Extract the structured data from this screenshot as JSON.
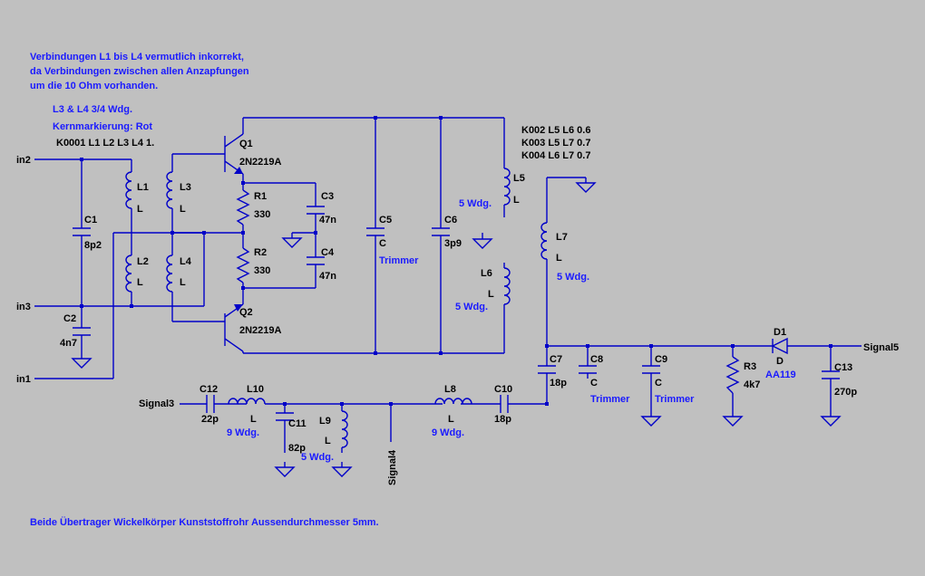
{
  "notes": {
    "line1": "Verbindungen L1 bis L4 vermutlich inkorrekt,",
    "line2": "da Verbindungen zwischen allen Anzapfungen",
    "line3": "um die 10 Ohm vorhanden.",
    "l3l4": "L3 & L4 3/4 Wdg.",
    "kern": "Kernmarkierung: Rot",
    "k0001": "K0001 L1 L2 L3 L4 1.",
    "k002": "K002 L5 L6 0.6",
    "k003": "K003 L5 L7 0.7",
    "k004": "K004 L6 L7 0.7",
    "footer": "Beide Übertrager Wickelkörper Kunststoffrohr Aussendurchmesser 5mm."
  },
  "ports": {
    "in2": "in2",
    "in3": "in3",
    "in1": "in1",
    "signal3": "Signal3",
    "signal4": "Signal4",
    "signal5": "Signal5"
  },
  "components": {
    "L1": {
      "ref": "L1",
      "val": "L"
    },
    "L2": {
      "ref": "L2",
      "val": "L"
    },
    "L3": {
      "ref": "L3",
      "val": "L"
    },
    "L4": {
      "ref": "L4",
      "val": "L"
    },
    "L5": {
      "ref": "L5",
      "val": "L",
      "note": "5 Wdg."
    },
    "L6": {
      "ref": "L6",
      "val": "L",
      "note": "5 Wdg."
    },
    "L7": {
      "ref": "L7",
      "val": "L",
      "note": "5 Wdg."
    },
    "L8": {
      "ref": "L8",
      "val": "L",
      "note": "9 Wdg."
    },
    "L9": {
      "ref": "L9",
      "val": "L",
      "note": "5 Wdg."
    },
    "L10": {
      "ref": "L10",
      "val": "L",
      "note": "9 Wdg."
    },
    "C1": {
      "ref": "C1",
      "val": "8p2"
    },
    "C2": {
      "ref": "C2",
      "val": "4n7"
    },
    "C3": {
      "ref": "C3",
      "val": "47n"
    },
    "C4": {
      "ref": "C4",
      "val": "47n"
    },
    "C5": {
      "ref": "C5",
      "val": "C",
      "note": "Trimmer"
    },
    "C6": {
      "ref": "C6",
      "val": "3p9"
    },
    "C7": {
      "ref": "C7",
      "val": "18p"
    },
    "C8": {
      "ref": "C8",
      "val": "C",
      "note": "Trimmer"
    },
    "C9": {
      "ref": "C9",
      "val": "C",
      "note": "Trimmer"
    },
    "C10": {
      "ref": "C10",
      "val": "18p"
    },
    "C11": {
      "ref": "C11",
      "val": "82p"
    },
    "C12": {
      "ref": "C12",
      "val": "22p"
    },
    "C13": {
      "ref": "C13",
      "val": "270p"
    },
    "R1": {
      "ref": "R1",
      "val": "330"
    },
    "R2": {
      "ref": "R2",
      "val": "330"
    },
    "R3": {
      "ref": "R3",
      "val": "4k7"
    },
    "Q1": {
      "ref": "Q1",
      "val": "2N2219A"
    },
    "Q2": {
      "ref": "Q2",
      "val": "2N2219A"
    },
    "D1": {
      "ref": "D1",
      "val": "D",
      "note": "AA119"
    }
  },
  "colors": {
    "background": "#c0c0c0",
    "wire": "#0000c8",
    "note_text": "#1a1aff",
    "label_text": "#000000"
  }
}
